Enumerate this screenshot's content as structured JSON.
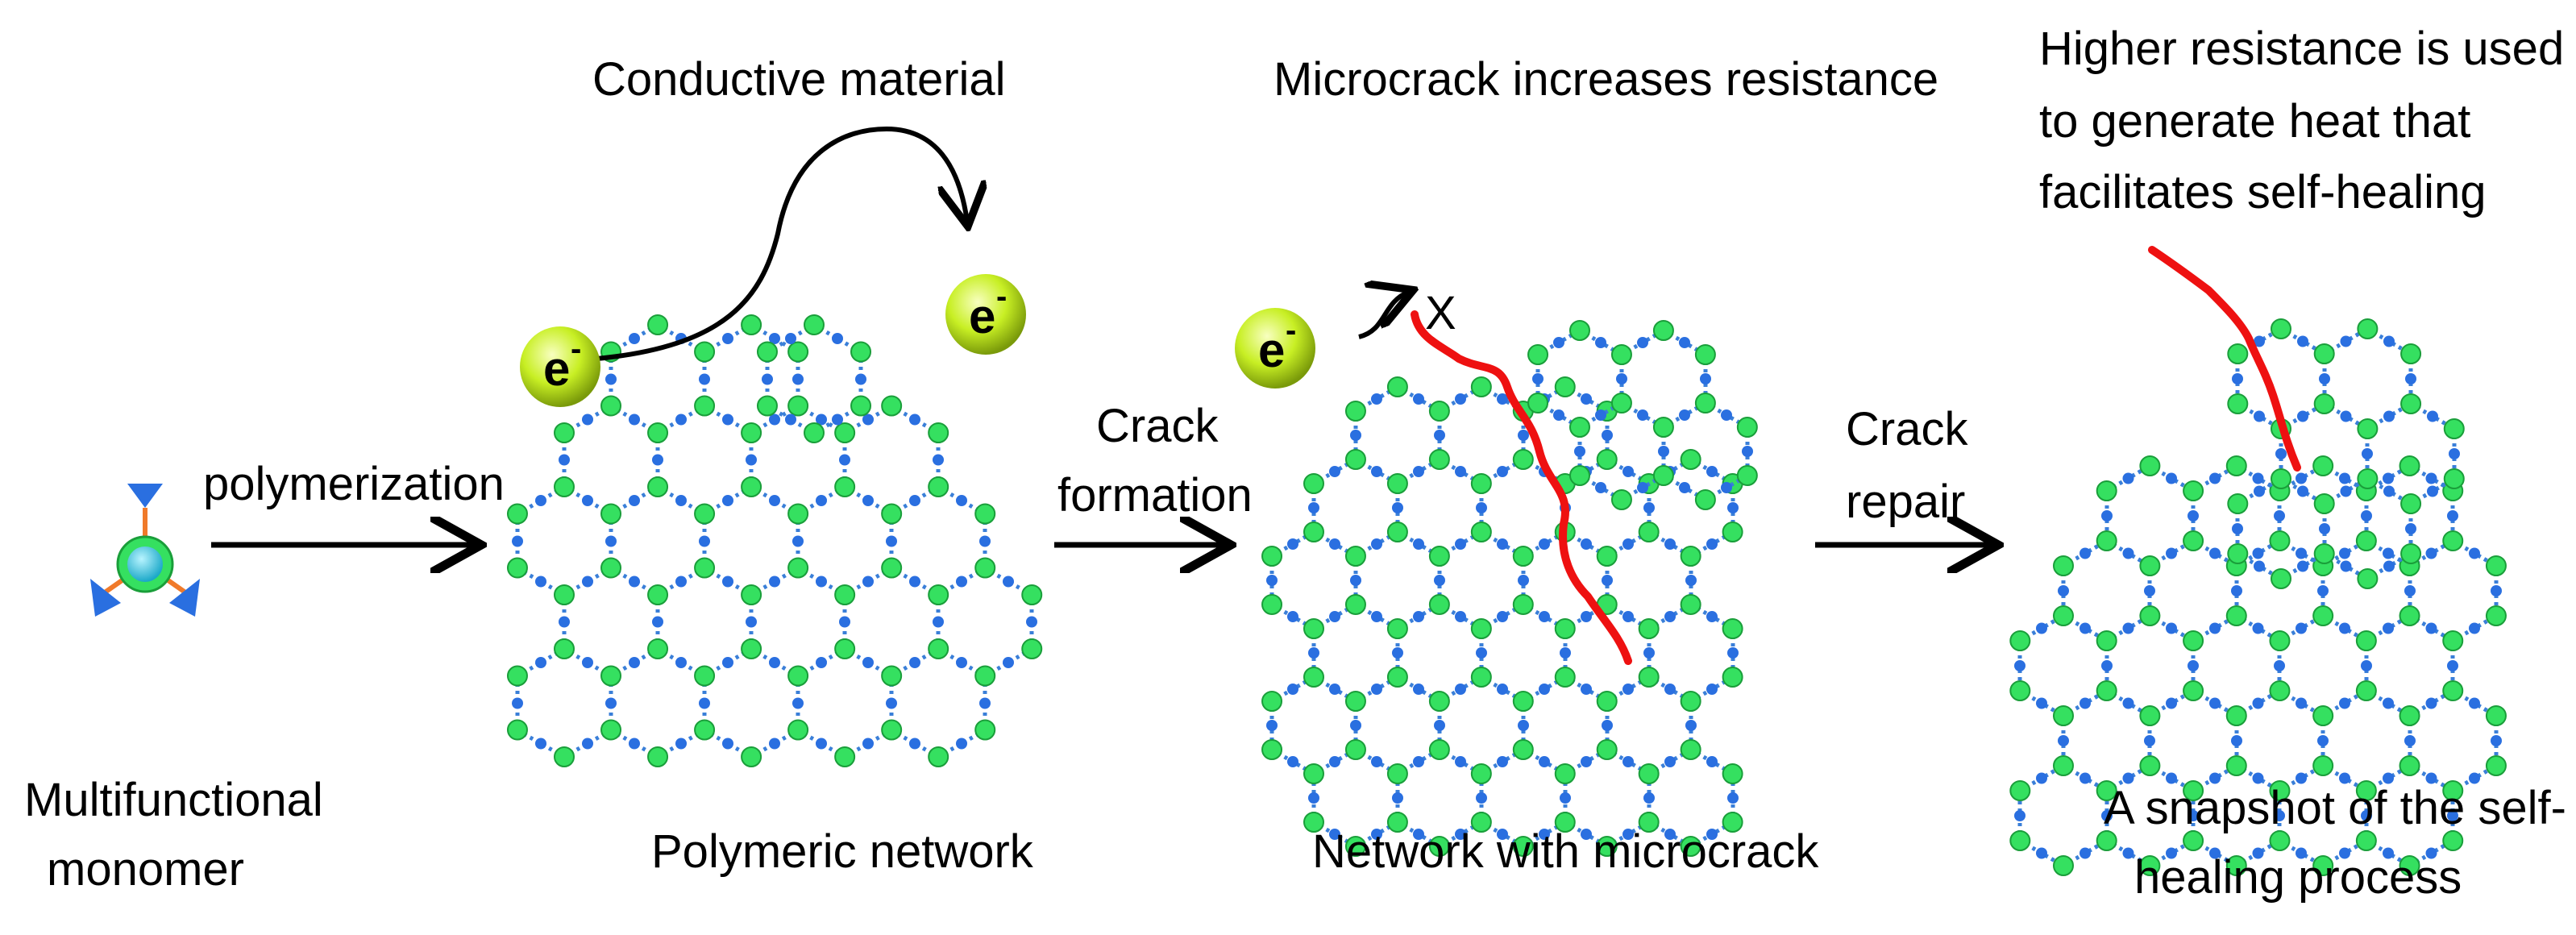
{
  "colors": {
    "background": "#ffffff",
    "text": "#000000",
    "bond": "#3a7fd8",
    "node": "#35e060",
    "node_edge": "#1a9e3a",
    "crack": "#ee1111",
    "electron": "#c8ef24",
    "monomer_core": "#31d0e8",
    "monomer_arm": "#f07a2a",
    "arrow": "#000000"
  },
  "labels": {
    "conductive_material": "Conductive material",
    "microcrack_resistance": "Microcrack increases resistance",
    "higher_resistance": [
      "Higher resistance is used",
      "to generate heat that",
      "facilitates self-healing"
    ],
    "polymerization": "polymerization",
    "crack_formation": [
      "Crack",
      "formation"
    ],
    "crack_repair": [
      "Crack",
      "repair"
    ],
    "multifunctional_monomer": [
      "Multifunctional",
      "monomer"
    ],
    "polymeric_network": "Polymeric network",
    "network_with_microcrack": "Network with microcrack",
    "snapshot": [
      "A snapshot  of the self-",
      "healing process"
    ],
    "electron": "e",
    "electron_sup": "-",
    "blocked_mark": "X"
  },
  "icons": {
    "monomer": "trifunctional-monomer-icon",
    "electron": "electron-sphere-icon",
    "network": "hexagonal-lattice-icon",
    "crack": "red-crack-line",
    "arrows": "right-arrow-icon"
  }
}
